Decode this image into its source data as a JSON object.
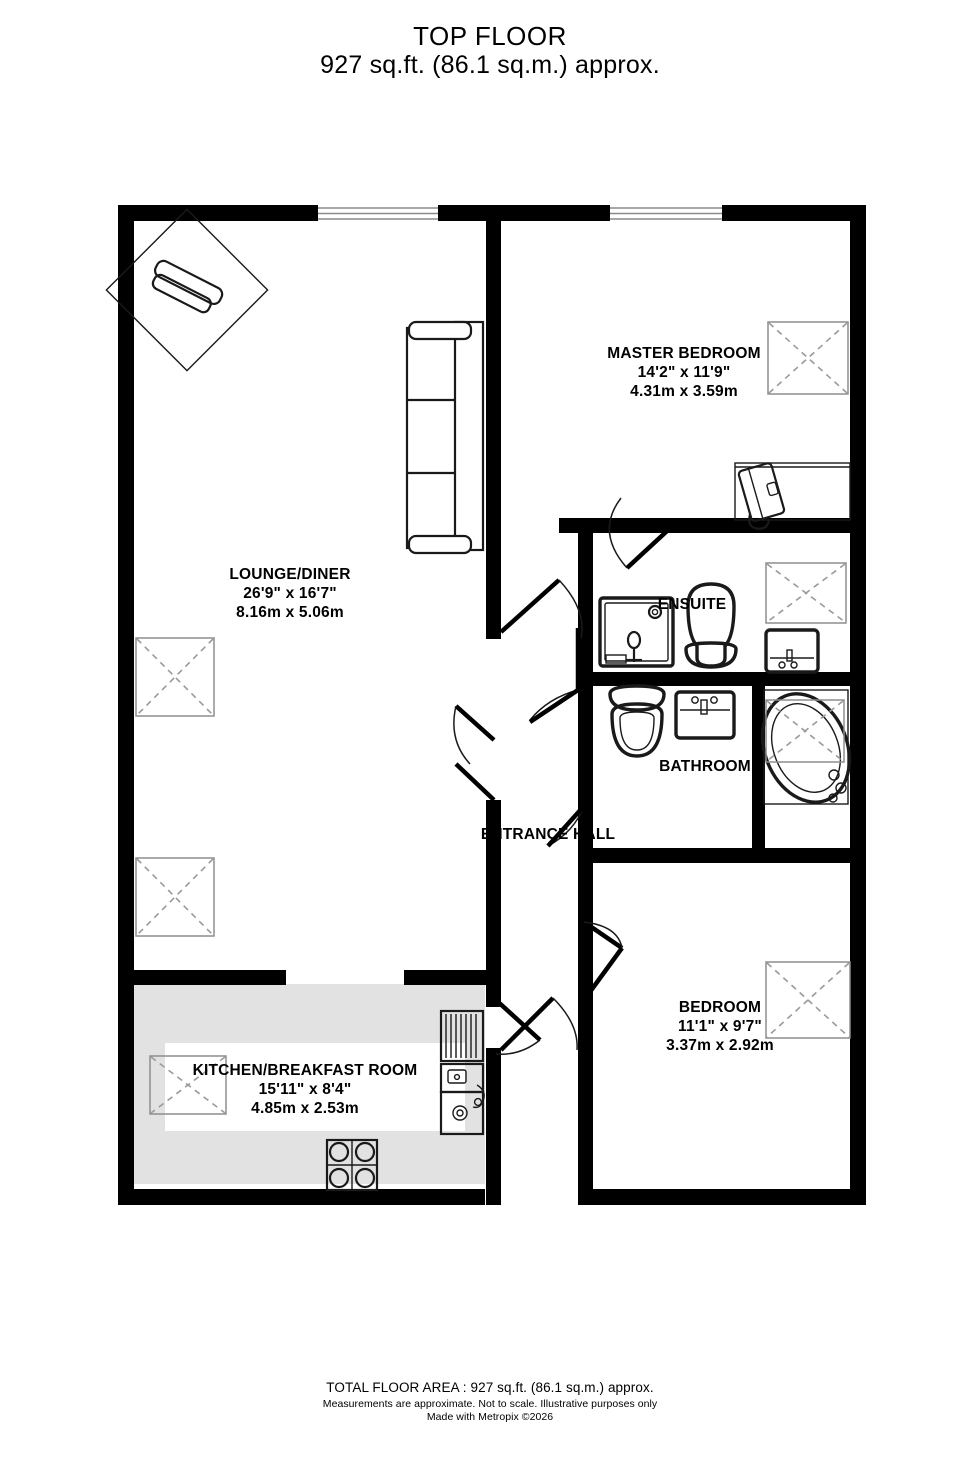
{
  "header": {
    "title": "TOP FLOOR",
    "subtitle": "927 sq.ft. (86.1 sq.m.) approx."
  },
  "footer": {
    "total_area": "TOTAL FLOOR AREA : 927 sq.ft. (86.1 sq.m.) approx.",
    "disclaimer_line1": "Measurements are approximate.  Not to scale.  Illustrative purposes only",
    "disclaimer_line2": "Made with Metropix ©2026"
  },
  "rooms": [
    {
      "key": "lounge_diner",
      "name": "LOUNGE/DINER",
      "dim_imperial": "26'9\"  x 16'7\"",
      "dim_metric": "8.16m  x 5.06m"
    },
    {
      "key": "master_bedroom",
      "name": "MASTER BEDROOM",
      "dim_imperial": "14'2\"  x 11'9\"",
      "dim_metric": "4.31m  x 3.59m"
    },
    {
      "key": "bedroom",
      "name": "BEDROOM",
      "dim_imperial": "11'1\"  x 9'7\"",
      "dim_metric": "3.37m  x 2.92m"
    },
    {
      "key": "kitchen_breakfast_room",
      "name": "KITCHEN/BREAKFAST ROOM",
      "dim_imperial": "15'11\"  x 8'4\"",
      "dim_metric": "4.85m  x 2.53m"
    },
    {
      "key": "ensuite",
      "name": "ENSUITE",
      "dim_imperial": "",
      "dim_metric": ""
    },
    {
      "key": "bathroom",
      "name": "BATHROOM",
      "dim_imperial": "",
      "dim_metric": ""
    },
    {
      "key": "entrance_hall",
      "name": "ENTRANCE HALL",
      "dim_imperial": "",
      "dim_metric": ""
    }
  ],
  "fixtures": [
    {
      "key": "tv-unit",
      "room": "lounge_diner",
      "label": "diagonal-tv-unit"
    },
    {
      "key": "sofa",
      "room": "lounge_diner",
      "label": "three-seat-sofa"
    },
    {
      "key": "velux-upper",
      "room": "lounge_diner",
      "label": "roof-window"
    },
    {
      "key": "velux-lower",
      "room": "lounge_diner",
      "label": "roof-window"
    },
    {
      "key": "wardrobe-master",
      "room": "master_bedroom",
      "label": "wardrobe"
    },
    {
      "key": "bed-master",
      "room": "master_bedroom",
      "label": "double-bed"
    },
    {
      "key": "wardrobe-ensuite",
      "room": "ensuite",
      "label": "wardrobe"
    },
    {
      "key": "shower-tray",
      "room": "ensuite",
      "label": "shower"
    },
    {
      "key": "toilet-ensuite",
      "room": "ensuite",
      "label": "toilet"
    },
    {
      "key": "basin-ensuite",
      "room": "ensuite",
      "label": "wash-basin"
    },
    {
      "key": "toilet-bathroom",
      "room": "bathroom",
      "label": "toilet"
    },
    {
      "key": "basin-bathroom",
      "room": "bathroom",
      "label": "wash-basin"
    },
    {
      "key": "corner-bath",
      "room": "bathroom",
      "label": "corner-bath"
    },
    {
      "key": "wardrobe-bedroom",
      "room": "bedroom",
      "label": "wardrobe"
    },
    {
      "key": "hob",
      "room": "kitchen_breakfast_room",
      "label": "four-ring-hob"
    },
    {
      "key": "sink",
      "room": "kitchen_breakfast_room",
      "label": "sink"
    },
    {
      "key": "radiator",
      "room": "kitchen_breakfast_room",
      "label": "radiator"
    },
    {
      "key": "velux-kitchen",
      "room": "kitchen_breakfast_room",
      "label": "roof-window"
    }
  ],
  "colors": {
    "wall": "#000000",
    "background": "#ffffff",
    "kitchen_fill": "#e2e2e2",
    "fixture_line": "#1a1a1a",
    "dashed_line": "#999999"
  }
}
